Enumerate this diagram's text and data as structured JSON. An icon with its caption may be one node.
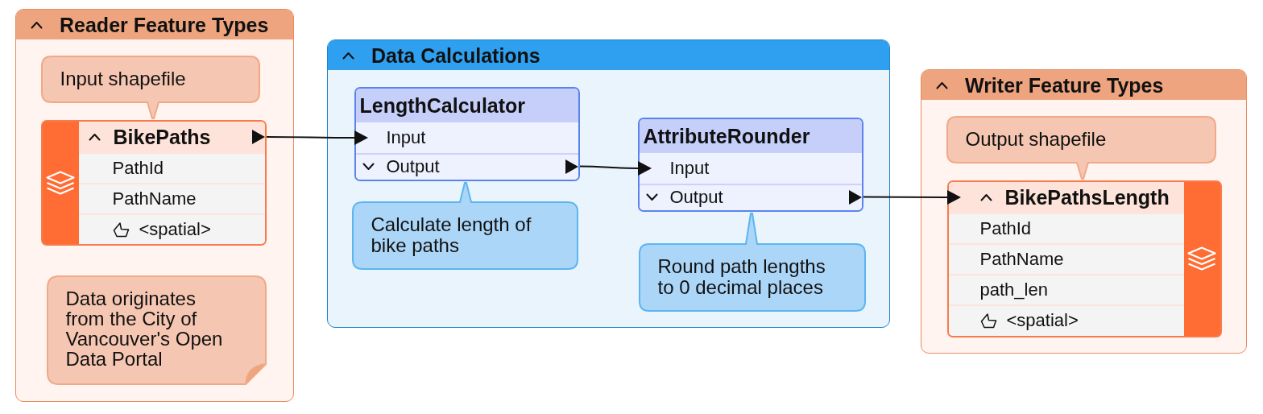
{
  "diagram": {
    "nodes": [
      {
        "text": [
          "Reader Feature Types"
        ]
      },
      {
        "text": [
          "Input shapefile"
        ],
        "in": 0
      },
      {
        "text": [
          "BikePaths",
          "PathId",
          "PathName",
          "<spatial>"
        ],
        "in": 0
      },
      {
        "text": [
          "Data originates from the City of Vancouver's Open Data Portal"
        ],
        "in": 0
      },
      {
        "text": [
          "Data Calculations"
        ]
      },
      {
        "text": [
          "LengthCalculator",
          "Input",
          "Output"
        ],
        "in": 4
      },
      {
        "text": [
          "Calculate length of bike paths"
        ],
        "in": 4
      },
      {
        "text": [
          "AttributeRounder",
          "Input",
          "Output"
        ],
        "in": 4
      },
      {
        "text": [
          "Round path lengths to 0 decimal places"
        ],
        "in": 4
      },
      {
        "text": [
          "Writer Feature Types"
        ]
      },
      {
        "text": [
          "Output shapefile"
        ],
        "in": 9
      },
      {
        "text": [
          "BikePathsLength",
          "PathId",
          "PathName",
          "path_len",
          "<spatial>"
        ],
        "in": 9
      }
    ],
    "edges": [
      {
        "from": 2,
        "to": 5,
        "arrow": "to"
      },
      {
        "from": 5,
        "to": 7,
        "arrow": "to"
      },
      {
        "from": 7,
        "to": 11,
        "arrow": "to"
      }
    ]
  }
}
